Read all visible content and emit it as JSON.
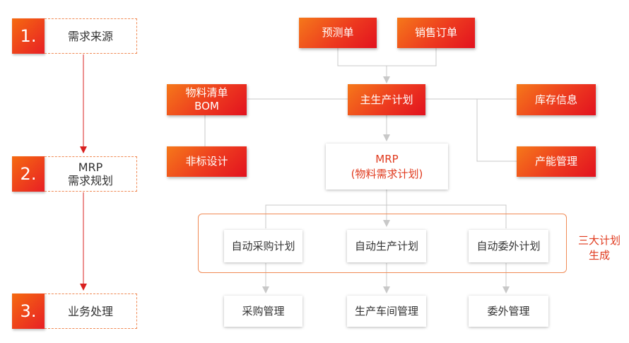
{
  "steps": [
    {
      "num": "1.",
      "label": [
        "需求来源"
      ]
    },
    {
      "num": "2.",
      "label": [
        "MRP",
        "需求规划"
      ]
    },
    {
      "num": "3.",
      "label": [
        "业务处理"
      ]
    }
  ],
  "nodes": {
    "forecast": "预测单",
    "sales_order": "销售订单",
    "bom": [
      "物料清单",
      "BOM"
    ],
    "mps": "主生产计划",
    "inventory": "库存信息",
    "nonstandard": "非标设计",
    "mrp": [
      "MRP",
      "(物料需求计划)"
    ],
    "capacity": "产能管理",
    "auto_purchase": "自动采购计划",
    "auto_production": "自动生产计划",
    "auto_outsource": "自动委外计划",
    "purchase_mgmt": "采购管理",
    "workshop_mgmt": "生产车间管理",
    "outsource_mgmt": "委外管理"
  },
  "group_label": [
    "三大计划",
    "生成"
  ],
  "colors": {
    "accent": "#e81f25",
    "accent_light": "#f5781a",
    "connector": "#c8c8c8",
    "step_arrow": "#d9201f"
  }
}
